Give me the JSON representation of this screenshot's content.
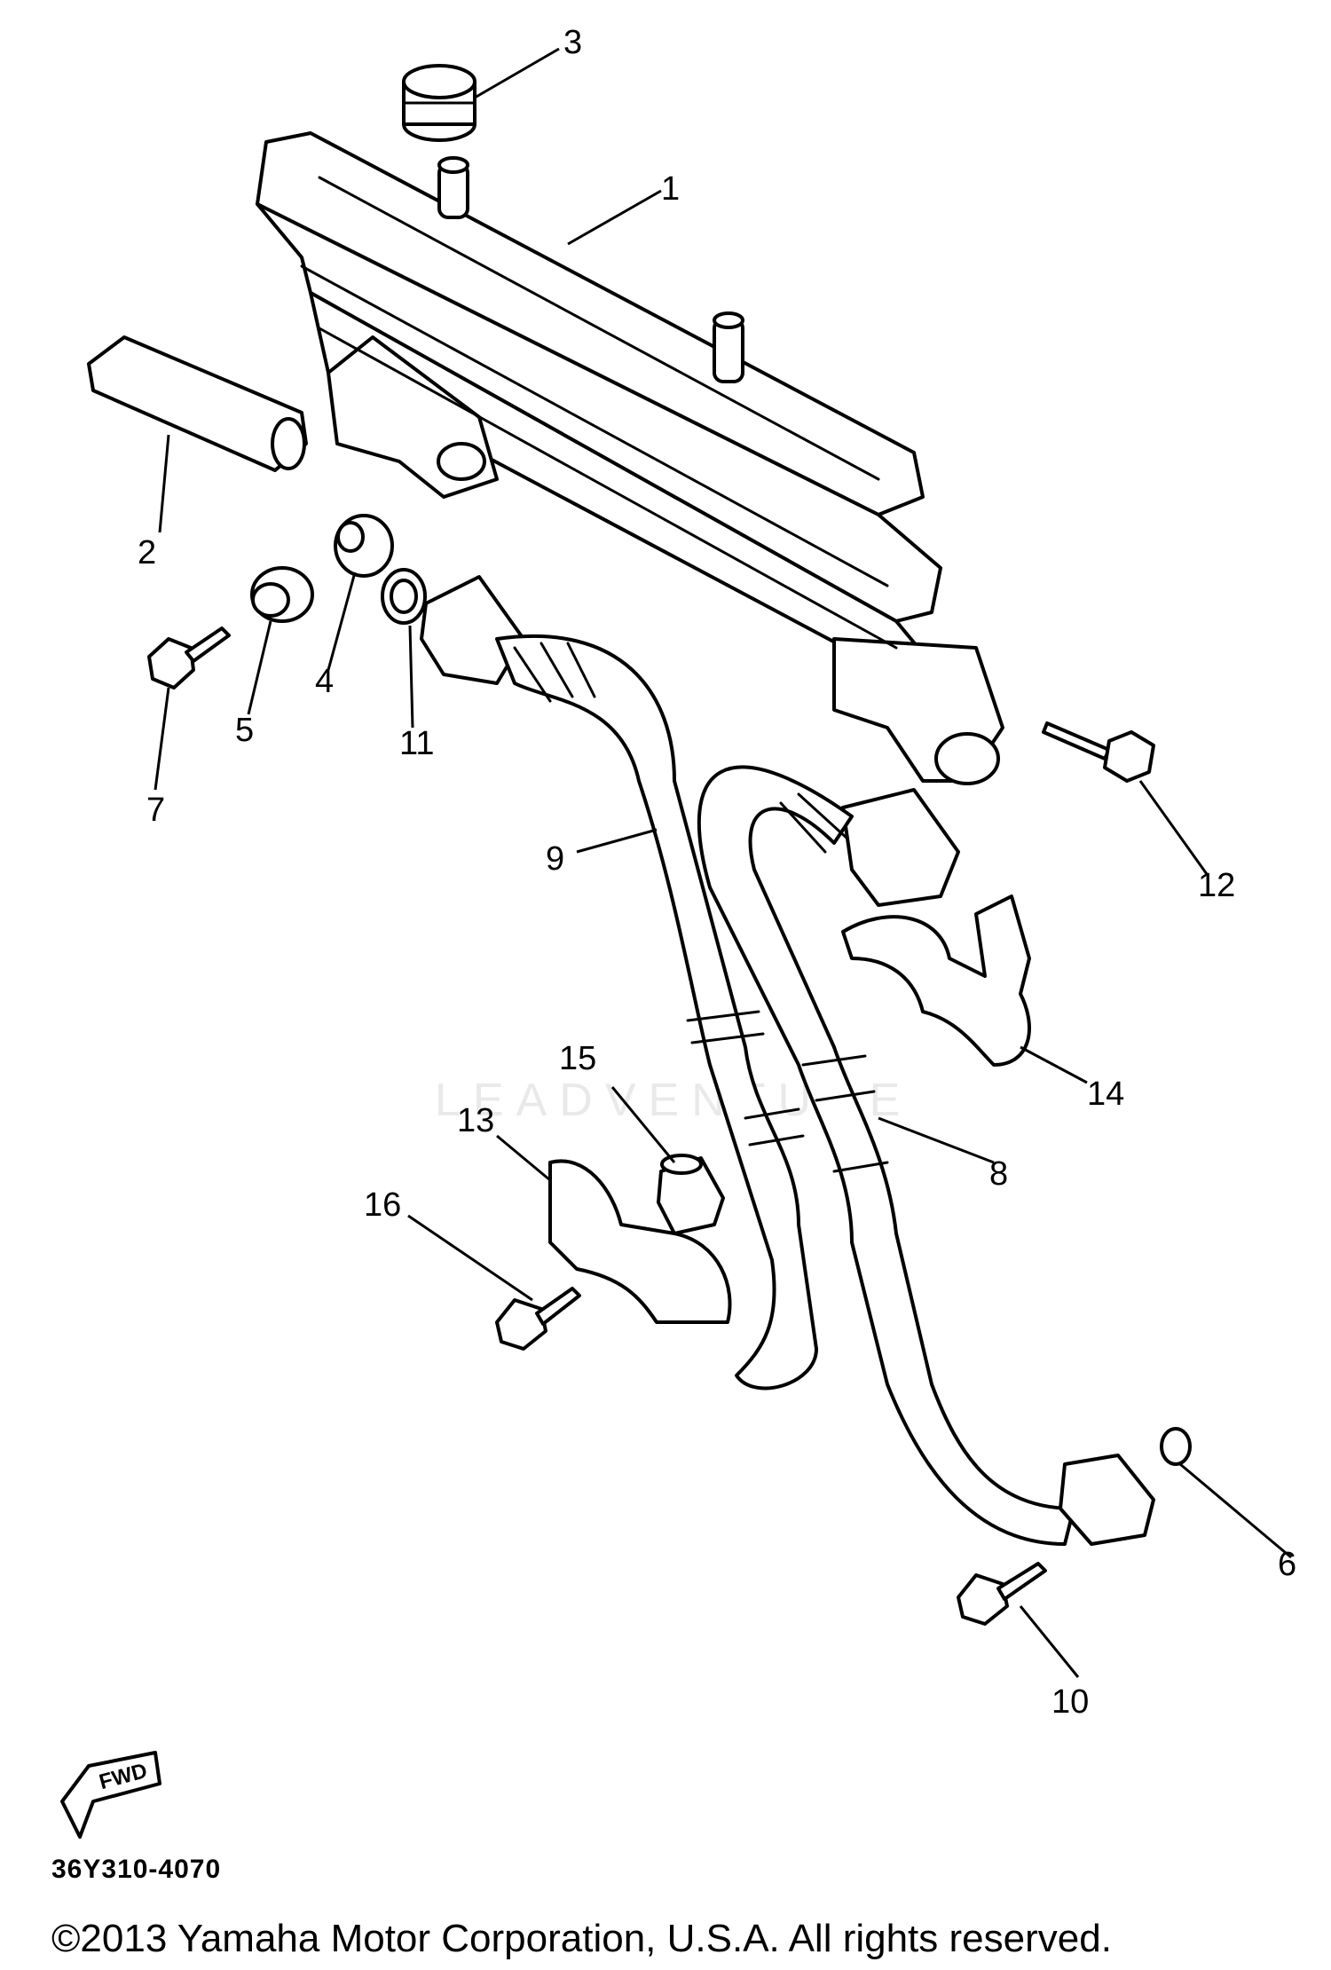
{
  "diagram": {
    "callouts": [
      "1",
      "2",
      "3",
      "4",
      "5",
      "6",
      "7",
      "8",
      "9",
      "10",
      "11",
      "12",
      "13",
      "14",
      "15",
      "16"
    ],
    "fwd_label": "FWD",
    "ref_code": "36Y310-4070",
    "copyright": "©2013 Yamaha Motor Corporation, U.S.A. All rights reserved.",
    "watermark": "LEADVENTURE"
  }
}
